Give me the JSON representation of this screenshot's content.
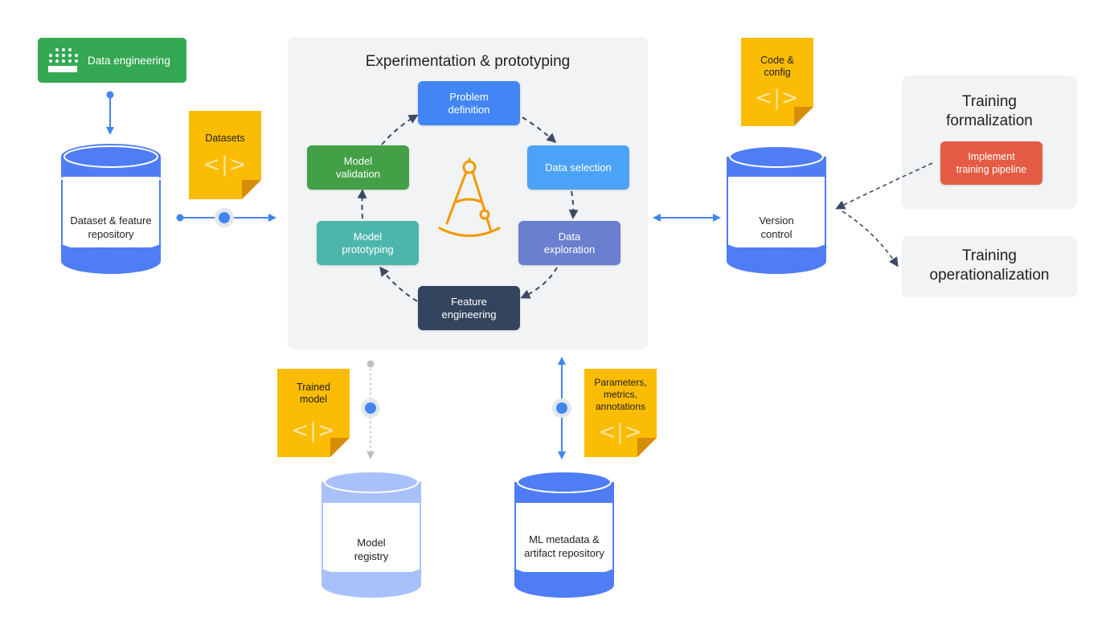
{
  "data_engineering": {
    "label": "Data engineering",
    "icon": "keyboard-grid-icon"
  },
  "datasets_card": {
    "label": "Datasets",
    "code": "<|>"
  },
  "dataset_repo": {
    "label": "Dataset & feature\nrepository"
  },
  "experimentation": {
    "title": "Experimentation & prototyping",
    "icon": "compass-icon",
    "steps": {
      "problem_definition": "Problem\ndefinition",
      "data_selection": "Data selection",
      "data_exploration": "Data\nexploration",
      "feature_engineering": "Feature\nengineering",
      "model_prototyping": "Model\nprototyping",
      "model_validation": "Model\nvalidation"
    }
  },
  "code_config_card": {
    "label": "Code &\nconfig",
    "code": "<|>"
  },
  "version_control": {
    "label": "Version\ncontrol"
  },
  "training_formalization": {
    "title": "Training\nformalization",
    "action": "Implement\ntraining pipeline"
  },
  "training_operationalization": {
    "title": "Training\noperationalization"
  },
  "trained_model_card": {
    "label": "Trained\nmodel",
    "code": "<|>"
  },
  "model_registry": {
    "label": "Model\nregistry"
  },
  "params_card": {
    "label": "Parameters,\nmetrics,\nannotations",
    "code": "<|>"
  },
  "ml_metadata": {
    "label": "ML metadata &\nartifact repository"
  },
  "colors": {
    "blue_arrow": "#4285f4",
    "dark_arrow": "#3c4a63",
    "card_yellow": "#fbbc04",
    "db_blue": "#4f7df5",
    "db_light": "#a9c1fb",
    "problem_definition": "#4285f4",
    "data_selection": "#4ba3f7",
    "data_exploration": "#6b7fcf",
    "feature_engineering": "#34435e",
    "model_prototyping": "#4db6ac",
    "model_validation": "#43a047",
    "implement": "#e55b45",
    "data_engineering": "#34a853"
  }
}
